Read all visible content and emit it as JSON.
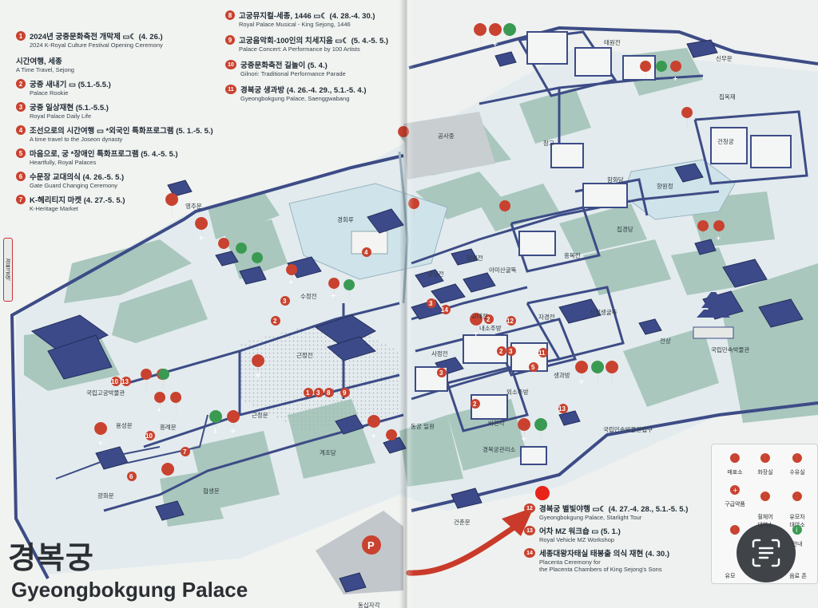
{
  "title": {
    "ko": "경복궁",
    "en": "Gyeongbokgung Palace"
  },
  "side_tab": "경복궁역",
  "legend_left": [
    {
      "num": "1",
      "ko": "2024년 궁중문화축전 개막제 ▭☾ (4. 26.)",
      "en": "2024 K-Royal Culture Festival Opening Ceremony"
    },
    {
      "num": "",
      "ko": "시간여행, 세종",
      "en": "A Time Travel, Sejong"
    },
    {
      "num": "2",
      "ko": "궁중 새내기 ▭ (5.1.-5.5.)",
      "en": "Palace Rookie"
    },
    {
      "num": "3",
      "ko": "궁중 일상재현 (5.1.-5.5.)",
      "en": "Royal Palace Daily Life"
    },
    {
      "num": "4",
      "ko": "조선으로의 시간여행 ▭ *외국인 특화프로그램 (5. 1.-5. 5.)",
      "en": "A time travel to the Joseon dynasty"
    },
    {
      "num": "5",
      "ko": "마음으로, 궁 *장애인 특화프로그램 (5. 4.-5. 5.)",
      "en": "Heartfully, Royal Palaces"
    },
    {
      "num": "6",
      "ko": "수문장 교대의식 (4. 26.-5. 5.)",
      "en": "Gate Guard Changing Ceremony"
    },
    {
      "num": "7",
      "ko": "K-헤리티지 마켓 (4. 27.-5. 5.)",
      "en": "K-Heritage Market"
    }
  ],
  "legend_mid": [
    {
      "num": "8",
      "ko": "고궁뮤지컬-세종, 1446 ▭☾ (4. 28.-4. 30.)",
      "en": "Royal Palace Musical - King Sejong, 1446"
    },
    {
      "num": "9",
      "ko": "고궁음악회-100인의 치세지음 ▭☾ (5. 4.-5. 5.)",
      "en": "Palace Concert: A Performance by 100 Artists"
    },
    {
      "num": "10",
      "ko": "궁중문화축전 길놀이 (5. 4.)",
      "en": "Gilnori: Traditional Performance Parade"
    },
    {
      "num": "11",
      "ko": "경복궁 생과방 (4. 26.-4. 29., 5.1.-5. 4.)",
      "en": "Gyeongbokgung Palace, Saenggwabang"
    }
  ],
  "legend_right": [
    {
      "num": "12",
      "ko": "경복궁 별빛야행 ▭☾ (4. 27.-4. 28., 5.1.-5. 5.)",
      "en": "Gyeongbokgung Palace, Starlight Tour"
    },
    {
      "num": "13",
      "ko": "어차 MZ 워크숍 ▭ (5. 1.)",
      "en": "Royal Vehicle MZ Workshop"
    },
    {
      "num": "14",
      "ko": "세종대왕자태실 태봉출 의식 재현 (4. 30.)",
      "en": "Placenta Ceremony for",
      "en2": "the Placenta Chambers of King Sejong's Sons"
    }
  ],
  "map_labels": {
    "yeongchumun": "영추문",
    "gyeonghoeru": "경회루",
    "sujeongjeon": "수정전",
    "geunjeongjeon": "근정전",
    "geunjeongmun": "근정문",
    "heungnyemun": "흥례문",
    "yongseongmun": "용성문",
    "hyeopsaengmun": "협생문",
    "gwanghwamun": "광화문",
    "museum": "국립고궁박물관",
    "gyejodang": "계조당",
    "sajeongjeon": "사정전",
    "gangnyeongjeon": "강녕전",
    "gyotaejeon": "교태전",
    "amisangul": "아미산굴뚝",
    "hamwonjeon": "함원전",
    "naesojubang": "내소주방",
    "oesojubang": "외소주방",
    "saenggwabang": "생과방",
    "bihyeongak": "비현각",
    "donggungilwon": "동궁 일원",
    "office": "경복궁관리소",
    "geonchunmun": "건춘문",
    "dongsipjagak": "동십자각",
    "gongsajung": "공사중",
    "jango": "장고",
    "hamhwadang": "함화당",
    "jipgyeongdang": "집경당",
    "heungbokjeon": "흥복전",
    "hyangwonjeong": "향원정",
    "geoncheonggung": "건청궁",
    "jibokjae": "집옥재",
    "taewonjeon": "태원전",
    "sinmumun": "신무문",
    "jagyeongjeon": "자경전",
    "folk_museum": "국립민속박물관",
    "folk_entrance": "국립민속박물관입구",
    "sinsujeon": "신장생굴뚝",
    "jeonsang": "전상"
  },
  "facilities": [
    {
      "ko": "매표소",
      "icon": "ticket-pin-icon"
    },
    {
      "ko": "화장실",
      "icon": "restroom-pin-icon"
    },
    {
      "ko": "수유실",
      "icon": "nursing-pin-icon"
    },
    {
      "ko": "구급약품",
      "icon": "first-aid-pin-icon"
    },
    {
      "ko": "휠체어\n대여소",
      "icon": "wheelchair-pin-icon"
    },
    {
      "ko": "유모차\n대여소",
      "icon": "stroller-pin-icon"
    },
    {
      "ko": "",
      "icon": "info-pin-icon"
    },
    {
      "ko": "",
      "icon": "blank-pin-icon"
    },
    {
      "ko": "안내",
      "icon": "guide-pin-icon"
    }
  ],
  "facility_bottom": [
    "유모",
    "음료 존"
  ],
  "parking_label": "P",
  "colors": {
    "water": "#cfe3ea",
    "lawn": "#a9c7bd",
    "wall": "#3d4c86",
    "path": "#e8ecee",
    "pin_red": "#c9422f",
    "pin_green": "#3a9a52",
    "arrow": "#c93a2a"
  }
}
